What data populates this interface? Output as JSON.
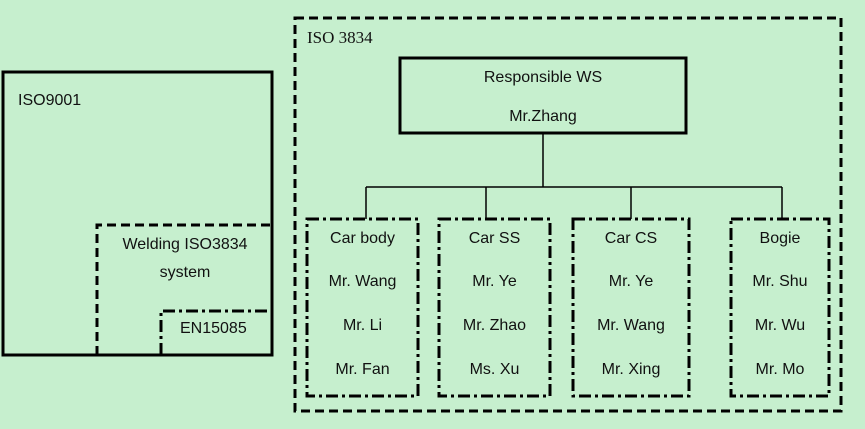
{
  "iso9001": {
    "label": "ISO9001"
  },
  "welding": {
    "line1": "Welding ISO3834",
    "line2": "system"
  },
  "en15085": {
    "label": "EN15085"
  },
  "iso3834": {
    "label": "ISO 3834"
  },
  "responsible": {
    "title": "Responsible WS",
    "person": "Mr.Zhang"
  },
  "groups": [
    {
      "title": "Car body",
      "members": [
        "Mr. Wang",
        "Mr. Li",
        "Mr. Fan"
      ]
    },
    {
      "title": "Car SS",
      "members": [
        "Mr. Ye",
        "Mr. Zhao",
        "Ms. Xu"
      ]
    },
    {
      "title": "Car CS",
      "members": [
        "Mr. Ye",
        "Mr. Wang",
        "Mr. Xing"
      ]
    },
    {
      "title": "Bogie",
      "members": [
        "Mr. Shu",
        "Mr. Wu",
        "Mr. Mo"
      ]
    }
  ]
}
